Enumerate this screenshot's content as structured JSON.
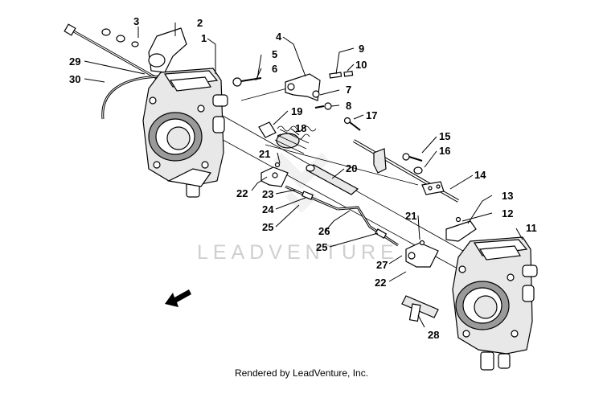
{
  "diagram": {
    "callouts": [
      "1",
      "2",
      "3",
      "4",
      "5",
      "6",
      "7",
      "8",
      "9",
      "10",
      "11",
      "12",
      "13",
      "14",
      "15",
      "16",
      "17",
      "18",
      "19",
      "20",
      "21",
      "21",
      "22",
      "22",
      "23",
      "24",
      "25",
      "25",
      "26",
      "27",
      "28",
      "29",
      "30"
    ],
    "watermark": "LEADVENTURE",
    "footer": "Rendered by LeadVenture, Inc.",
    "colors": {
      "line": "#000000",
      "watermark": "#cfcfcf",
      "background": "#ffffff"
    },
    "icons": [
      "direction-arrow-icon",
      "lv-watermark-logo"
    ]
  }
}
